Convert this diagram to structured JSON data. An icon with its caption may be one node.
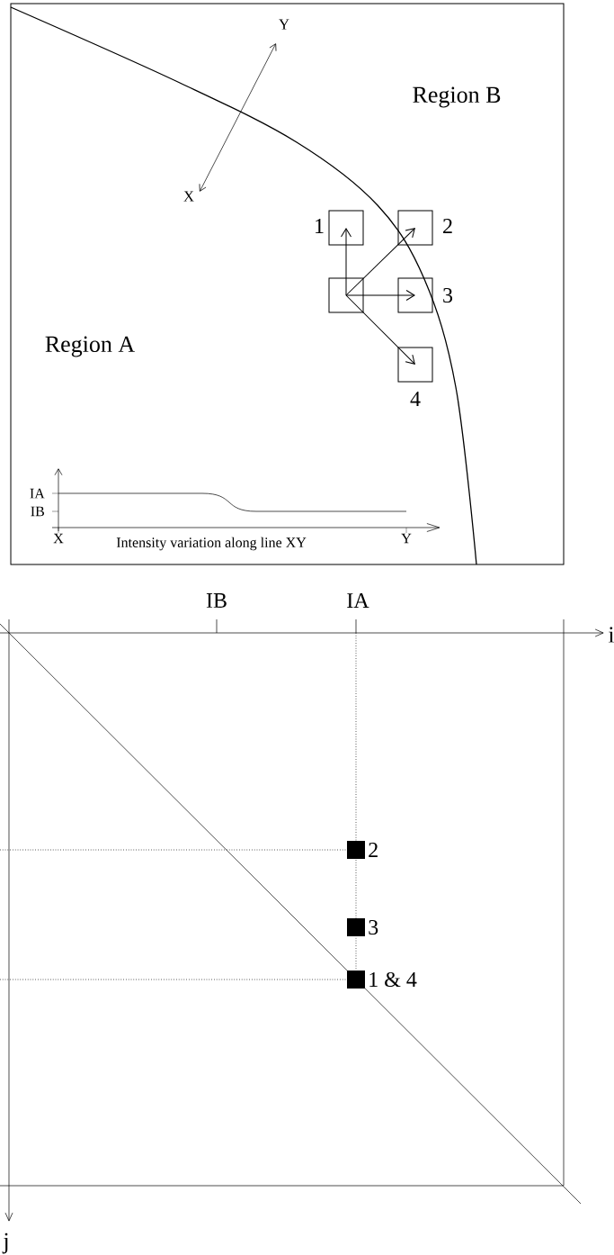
{
  "diagram": {
    "nodes": [
      {
        "text": [],
        "shape": "box"
      },
      {
        "text": [],
        "shape": "box",
        "beside": [
          "1"
        ]
      },
      {
        "text": [],
        "shape": "box",
        "beside": [
          "2"
        ]
      },
      {
        "text": [],
        "shape": "box",
        "beside": [
          "3"
        ]
      },
      {
        "text": [],
        "shape": "box",
        "beside": [
          "4"
        ]
      }
    ],
    "edges": [
      {
        "from": 0,
        "to": 1,
        "arrow": "to"
      },
      {
        "from": 0,
        "to": 2,
        "arrow": "to"
      },
      {
        "from": 0,
        "to": 3,
        "arrow": "to"
      },
      {
        "from": 0,
        "to": 4,
        "arrow": "to"
      }
    ],
    "labels": [
      "Y",
      "Region B",
      "X",
      "Region A",
      "IA",
      "IB",
      "X",
      "Y",
      "Intensity variation along line XY",
      "IB",
      "IA",
      "i",
      "2",
      "3",
      "1 & 4",
      "j"
    ]
  }
}
